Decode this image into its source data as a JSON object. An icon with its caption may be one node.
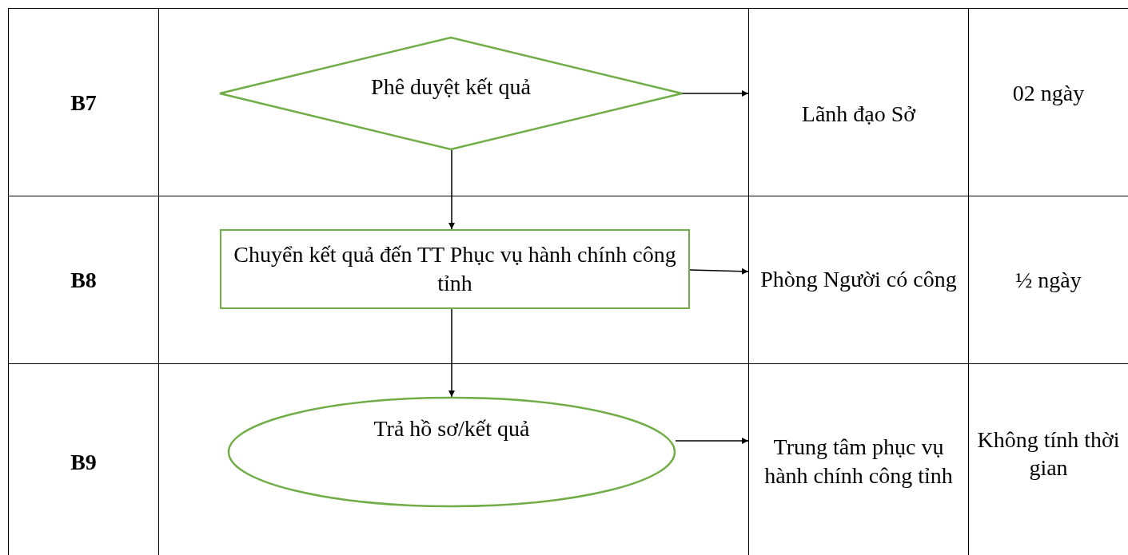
{
  "diagram": {
    "nodes": [
      {
        "text": [
          "Phê duyệt kết quả"
        ]
      },
      {
        "text": [
          "Lãnh đạo Sở"
        ]
      },
      {
        "text": [
          "Chuyển kết quả đến TT Phục vụ hành chính công tỉnh"
        ]
      },
      {
        "text": [
          "Phòng Người có công"
        ]
      },
      {
        "text": [
          "Trả hồ sơ/kết quả"
        ]
      },
      {
        "text": [
          "Trung tâm phục vụ hành chính công tỉnh"
        ]
      }
    ],
    "edges": [
      {
        "from": 0,
        "to": 1,
        "arrow": "to"
      },
      {
        "from": 0,
        "to": 2,
        "arrow": "to"
      },
      {
        "from": 2,
        "to": 3,
        "arrow": "to"
      },
      {
        "from": 2,
        "to": 4,
        "arrow": "to"
      },
      {
        "from": 4,
        "to": 5,
        "arrow": "to"
      }
    ],
    "labels": [
      "B7",
      "02 ngày",
      "B8",
      "½ ngày",
      "B9",
      "Không tính thời gian"
    ]
  }
}
